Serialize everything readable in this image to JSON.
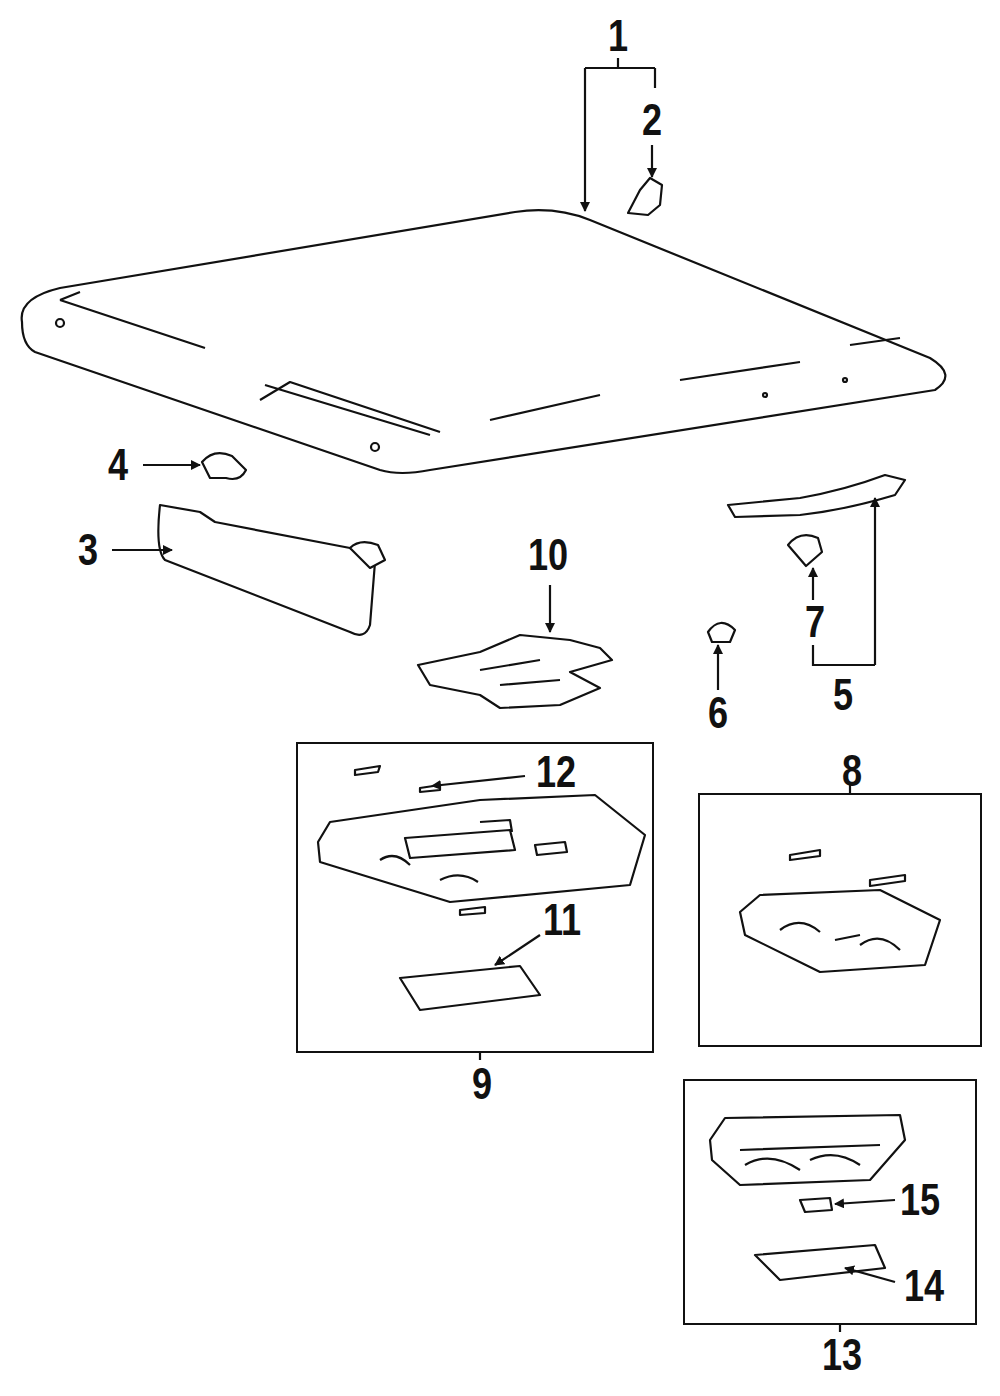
{
  "diagram": {
    "nodes": [
      {
        "text": [
          "9"
        ]
      },
      {
        "text": [
          "8"
        ]
      },
      {
        "text": [
          "13"
        ]
      }
    ],
    "labels": [
      "1",
      "2",
      "4",
      "3",
      "10",
      "12",
      "11",
      "6",
      "7",
      "5",
      "15",
      "14"
    ]
  }
}
